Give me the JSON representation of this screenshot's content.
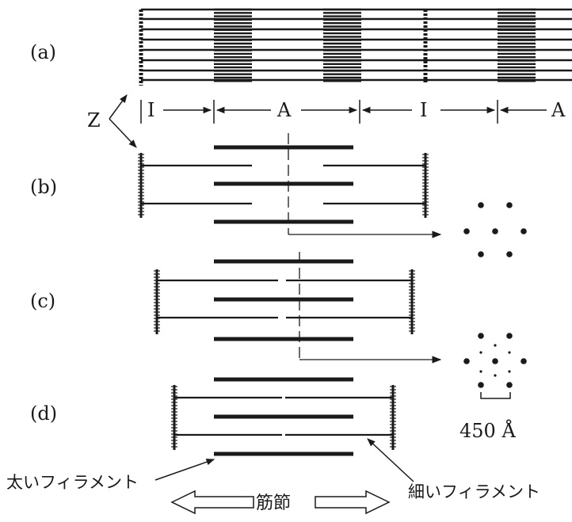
{
  "panels": {
    "a": "(a)",
    "b": "(b)",
    "c": "(c)",
    "d": "(d)"
  },
  "bands": {
    "z": "Z",
    "i1": "I",
    "a1": "A",
    "i2": "I",
    "a2": "A"
  },
  "scale_label": "450 Å",
  "thick_filament_label": "太いフィラメント",
  "thin_filament_label": "細いフィラメント",
  "sarcomere_label": "筋節",
  "colors": {
    "ink": "#1a1a1a",
    "background": "#ffffff"
  }
}
